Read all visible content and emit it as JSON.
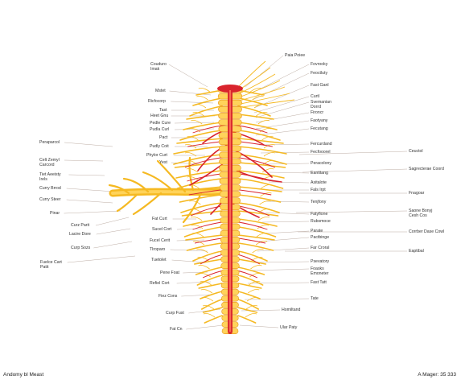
{
  "labels": {
    "left": [
      "Couduro\nImak",
      "Mstet",
      "Ricfocorp",
      "Tast",
      "Heet Gnu",
      "Pedle Cure",
      "Pudla Curl",
      "Pact",
      "Pudly Coit",
      "Phylor Curt",
      "Yest",
      "Peraparcol",
      "Celt Zemyl\nCarcord",
      "Tiet Aeeisty\nIrels",
      "Curry Brrod",
      "Curry Steer",
      "Pinar",
      "Curz Parit",
      "Lacire Dore",
      "Curp Sozs",
      "Fuelce Cart\nPatit",
      "Fat Curt",
      "Sucel Cort",
      "Fucel Cerit",
      "Tlroparo",
      "Tuetolet",
      "Pene Foat",
      "Refiel Cort",
      "Fiez Cons",
      "Curp Fust",
      "Fat Cn"
    ],
    "right": [
      "Paia Poiee",
      "Fovrooky",
      "Feoctluty",
      "Fast Ganl",
      "Curtl",
      "Svemanian\nDorrd",
      "Fironcr",
      "Faotyany",
      "Fecutang",
      "Fercurdand",
      "Fecfooorel",
      "Peracolony",
      "Eantitang",
      "Asitalote",
      "Fals Irpt",
      "Tenjfony",
      "Fatyfione",
      "Rubsmoce",
      "Parate",
      "Pactbinge",
      "Far Croral",
      "Psevatory",
      "Foasks\nEmoneter",
      "Fast Tatt",
      "Tate",
      "Homiltand",
      "Ular Paty",
      "Ceuctol",
      "Sagrecterae Coord",
      "Fnagoar",
      "Saone Bonyj\nCesh Cos",
      "Corrber Dase Cowl",
      "Eaptibal"
    ]
  },
  "footer": {
    "left": "Andomy bl Meast",
    "right": "A Mager: 35 333"
  },
  "colors": {
    "spine": "#f3a640",
    "spine_light": "#ffd35a",
    "nerve": "#f5b922",
    "nerve_dark": "#e7951c",
    "artery": "#d9242d",
    "leader": "#b5a49a",
    "label": "#333333"
  }
}
